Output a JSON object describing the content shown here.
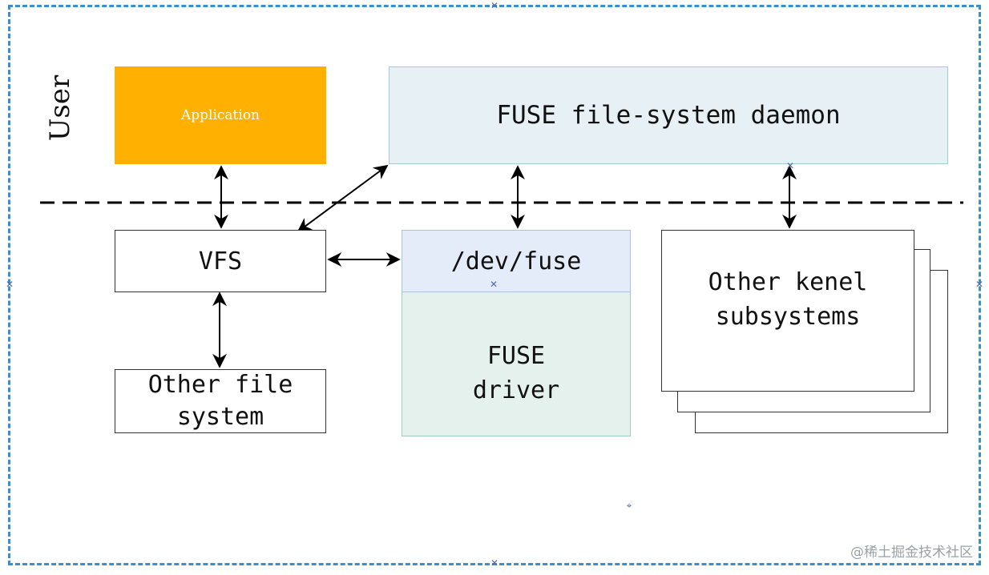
{
  "labels": {
    "user": "User",
    "application": "Application",
    "daemon": "FUSE file-system daemon",
    "vfs": "VFS",
    "dev_fuse": "/dev/fuse",
    "fuse_driver_line1": "FUSE",
    "fuse_driver_line2": "driver",
    "other_fs_line1": "Other file",
    "other_fs_line2": "system",
    "other_kernel_line1": "Other kenel",
    "other_kernel_line2": "subsystems"
  },
  "watermark": "@稀土掘金技术社区",
  "colors": {
    "application_fill": "#ffb000",
    "daemon_fill": "#e6f0f5",
    "dev_fuse_fill": "#e3ecf8",
    "driver_fill": "#e5f1ec",
    "frame_border": "#3a8fd0"
  }
}
